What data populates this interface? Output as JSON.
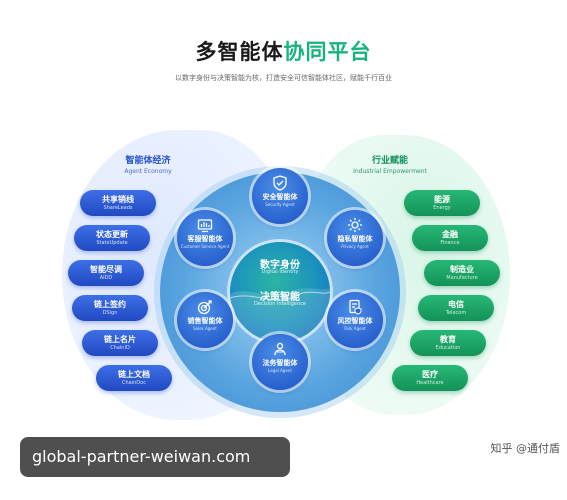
{
  "header": {
    "title_part1": "多智能体",
    "title_part2": "协同平台",
    "subtitle": "以数字身份与决策智能为核，打造安全可信智能体社区，赋能千行百业"
  },
  "left_section": {
    "title": "智能体经济",
    "subtitle": "Agent Economy",
    "items": [
      {
        "label": "共享销线",
        "sub": "ShareLeads"
      },
      {
        "label": "状态更新",
        "sub": "StateUpdate"
      },
      {
        "label": "智能尽调",
        "sub": "AIDD"
      },
      {
        "label": "链上签约",
        "sub": "DSign"
      },
      {
        "label": "链上名片",
        "sub": "ChainID"
      },
      {
        "label": "链上文档",
        "sub": "ChainDoc"
      }
    ]
  },
  "right_section": {
    "title": "行业赋能",
    "subtitle": "Industrial Empowerment",
    "items": [
      {
        "label": "能源",
        "sub": "Energy"
      },
      {
        "label": "金融",
        "sub": "Finance"
      },
      {
        "label": "制造业",
        "sub": "Manufacture"
      },
      {
        "label": "电信",
        "sub": "Telecom"
      },
      {
        "label": "教育",
        "sub": "Education"
      },
      {
        "label": "医疗",
        "sub": "Healthcare"
      }
    ]
  },
  "center": {
    "label1": "数字身份",
    "sub1": "Digital Identity",
    "label2": "决策智能",
    "sub2": "Decision Intelligence"
  },
  "agents": {
    "security": {
      "label": "安全智能体",
      "sub": "Security Agent",
      "icon": "shield-check-icon"
    },
    "privacy": {
      "label": "隐私智能体",
      "sub": "Privacy Agent",
      "icon": "gear-icon"
    },
    "risk": {
      "label": "风控智能体",
      "sub": "Risk Agent",
      "icon": "document-shield-icon"
    },
    "legal": {
      "label": "法务智能体",
      "sub": "Legal Agent",
      "icon": "people-icon"
    },
    "sales": {
      "label": "销售智能体",
      "sub": "Sales Agent",
      "icon": "target-icon"
    },
    "service": {
      "label": "客服智能体",
      "sub": "Customer Service Agent",
      "icon": "chart-icon"
    }
  },
  "overlay": {
    "watermark": "global-partner-weiwan.com",
    "credit": "知乎 @通付盾"
  },
  "colors": {
    "accent_green": "#16b37a",
    "accent_blue": "#2452c8"
  }
}
